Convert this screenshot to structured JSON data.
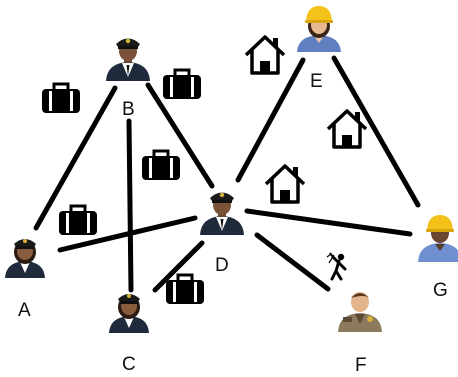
{
  "nodes": [
    {
      "id": "A",
      "label": "A",
      "role": "pilot",
      "icon": "female-pilot-icon"
    },
    {
      "id": "B",
      "label": "B",
      "role": "pilot",
      "icon": "male-pilot-icon"
    },
    {
      "id": "C",
      "label": "C",
      "role": "pilot",
      "icon": "female-pilot-icon"
    },
    {
      "id": "D",
      "label": "D",
      "role": "pilot",
      "icon": "male-pilot-icon"
    },
    {
      "id": "E",
      "label": "E",
      "role": "construction-worker",
      "icon": "female-worker-icon"
    },
    {
      "id": "F",
      "label": "F",
      "role": "police-officer",
      "icon": "police-officer-icon"
    },
    {
      "id": "G",
      "label": "G",
      "role": "construction-worker",
      "icon": "male-worker-icon"
    }
  ],
  "edges": [
    {
      "from": "B",
      "to": "A",
      "icon": "briefcase-icon"
    },
    {
      "from": "B",
      "to": "C",
      "icon": "briefcase-icon"
    },
    {
      "from": "B",
      "to": "D",
      "icon": "briefcase-icon"
    },
    {
      "from": "A",
      "to": "D",
      "icon": "briefcase-icon"
    },
    {
      "from": "C",
      "to": "D",
      "icon": "briefcase-icon"
    },
    {
      "from": "D",
      "to": "E",
      "icon": "house-icon"
    },
    {
      "from": "E",
      "to": "G",
      "icon": "house-icon"
    },
    {
      "from": "D",
      "to": "G",
      "icon": "house-icon"
    },
    {
      "from": "D",
      "to": "F",
      "icon": "police-baton-icon"
    }
  ],
  "colors": {
    "line": "#000000",
    "pilot_uniform": "#1f2a3a",
    "worker_shirt": "#5f7fbf",
    "hard_hat": "#f3c21b",
    "police_uniform": "#8c7a5f"
  }
}
